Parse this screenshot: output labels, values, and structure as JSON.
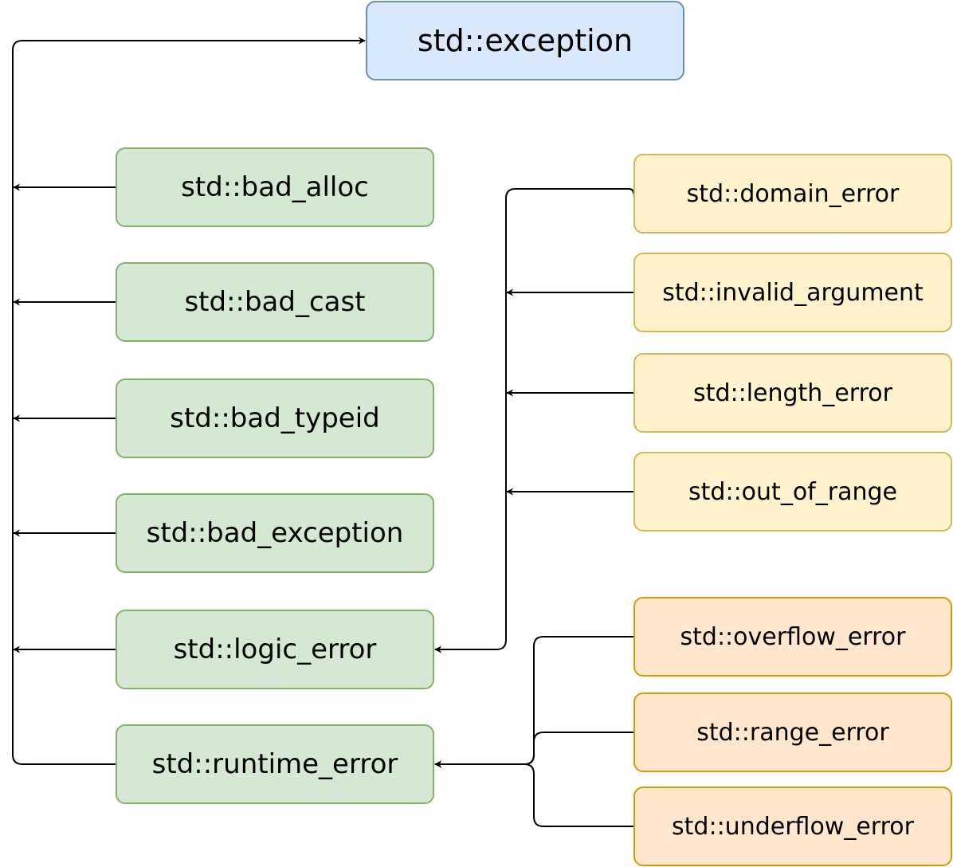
{
  "root": {
    "label": "std::exception"
  },
  "direct_children": [
    {
      "label": "std::bad_alloc"
    },
    {
      "label": "std::bad_cast"
    },
    {
      "label": "std::bad_typeid"
    },
    {
      "label": "std::bad_exception"
    },
    {
      "label": "std::logic_error"
    },
    {
      "label": "std::runtime_error"
    }
  ],
  "logic_error_children": [
    {
      "label": "std::domain_error"
    },
    {
      "label": "std::invalid_argument"
    },
    {
      "label": "std::length_error"
    },
    {
      "label": "std::out_of_range"
    }
  ],
  "runtime_error_children": [
    {
      "label": "std::overflow_error"
    },
    {
      "label": "std::range_error"
    },
    {
      "label": "std::underflow_error"
    }
  ],
  "colors": {
    "root_fill": "#dae8fc",
    "root_stroke": "#6c8ebf",
    "std_fill": "#d5e8d4",
    "std_stroke": "#82b366",
    "logic_fill": "#fff2cc",
    "logic_stroke": "#d6b656",
    "runtime_fill": "#ffe6cc",
    "runtime_stroke": "#d79b00",
    "edge": "#000000"
  }
}
